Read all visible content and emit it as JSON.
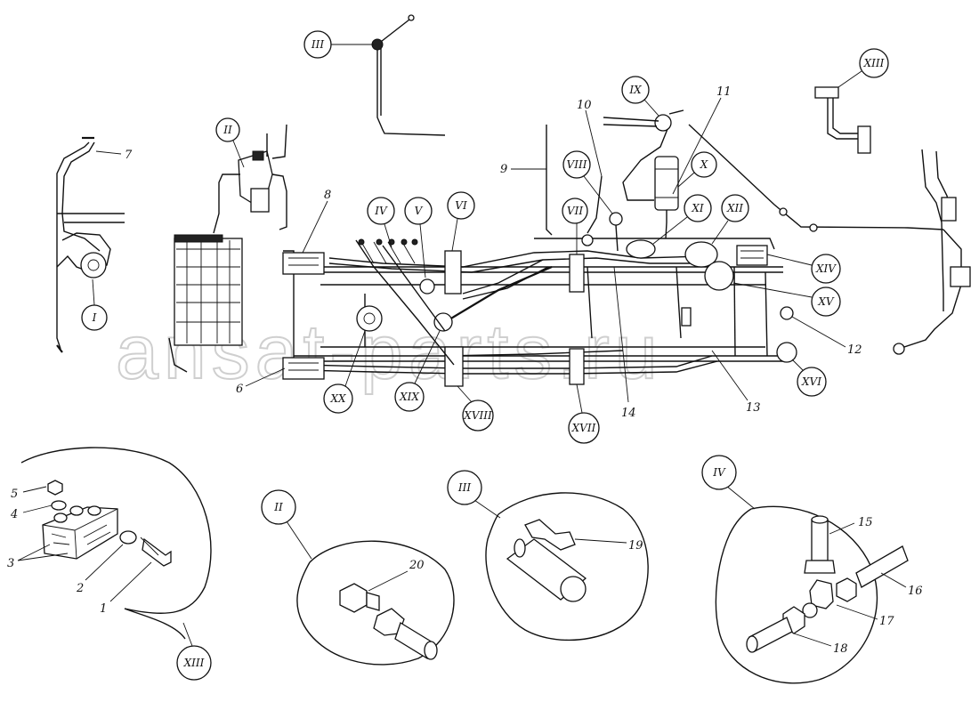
{
  "watermark": "ansat-parts.ru",
  "views": {
    "I": "I",
    "II": "II",
    "III": "III",
    "IV": "IV",
    "V": "V",
    "VI": "VI",
    "VII": "VII",
    "VIII": "VIII",
    "IX": "IX",
    "X": "X",
    "XI": "XI",
    "XII": "XII",
    "XIII": "XIII",
    "XIV": "XIV",
    "XV": "XV",
    "XVI": "XVI",
    "XVII": "XVII",
    "XVIII": "XVIII",
    "XIX": "XIX",
    "XX": "XX"
  },
  "details": {
    "XIII": "XIII",
    "II": "II",
    "III": "III",
    "IV": "IV"
  },
  "callouts": {
    "p1": "1",
    "p2": "2",
    "p3": "3",
    "p4": "4",
    "p5": "5",
    "p6": "6",
    "p7": "7",
    "p8": "8",
    "p9": "9",
    "p10": "10",
    "p11": "11",
    "p12": "12",
    "p13": "13",
    "p14": "14",
    "p15": "15",
    "p16": "16",
    "p17": "17",
    "p18": "18",
    "p19": "19",
    "p20": "20"
  }
}
